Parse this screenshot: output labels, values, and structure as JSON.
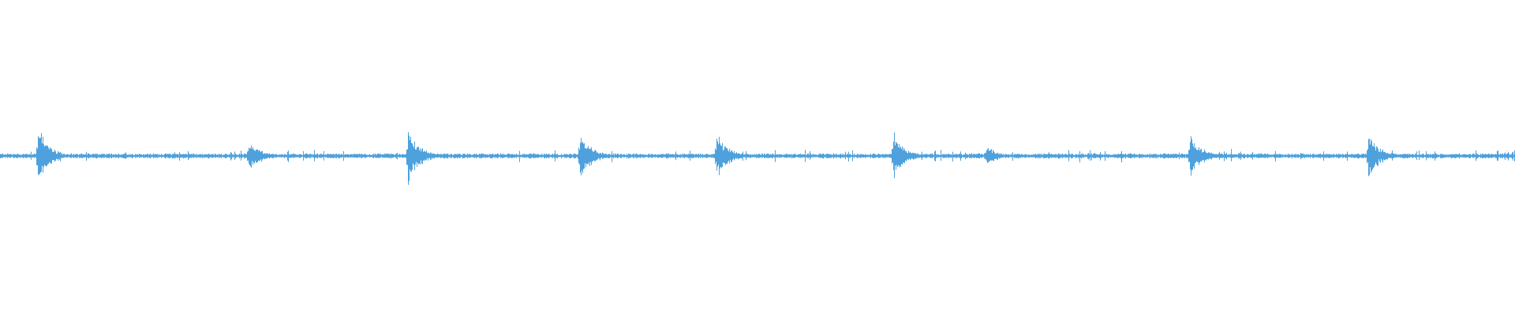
{
  "waveform": {
    "color": "#4ea1dc",
    "background": "#ffffff",
    "duration_fraction_transients": [
      0.0245,
      0.164,
      0.269,
      0.3825,
      0.4725,
      0.5895,
      0.651,
      0.785,
      0.903
    ],
    "transient_strength": [
      1.0,
      0.55,
      0.95,
      0.85,
      0.8,
      0.8,
      0.35,
      0.8,
      0.75
    ],
    "baseline_noise_level": 0.1
  }
}
